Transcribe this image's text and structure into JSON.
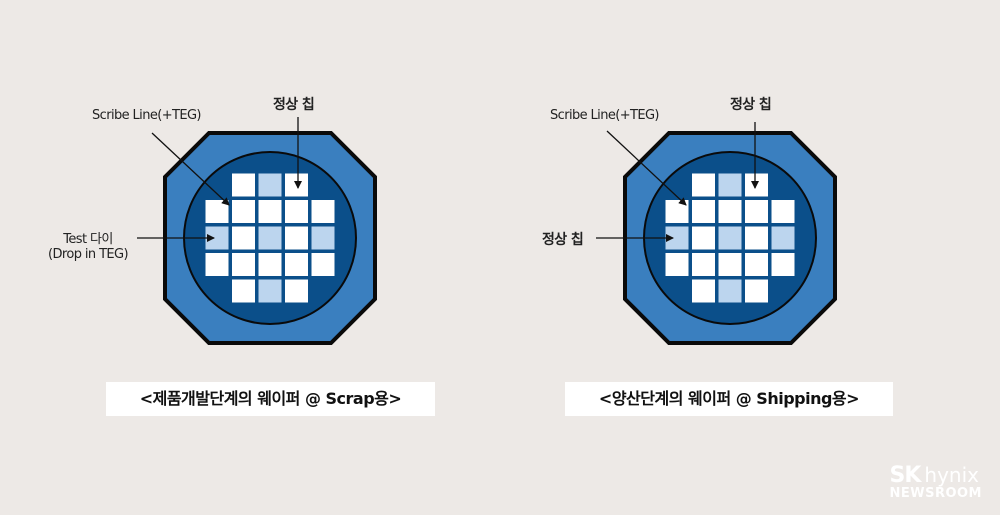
{
  "colors": {
    "background": "#ede9e6",
    "wafer_outer": "#3a7fbf",
    "wafer_inner": "#0b4f8a",
    "chip_normal": "#ffffff",
    "chip_teg": "#bcd5ee",
    "outline": "#0a0a0a"
  },
  "left": {
    "labels": {
      "scribe_line": "Scribe Line(+TEG)",
      "normal_chip": "정상 칩",
      "test_die_line1": "Test 다이",
      "test_die_line2": "(Drop in TEG)"
    },
    "caption": "<제품개발단계의 웨이퍼 @ Scrap용>"
  },
  "right": {
    "labels": {
      "scribe_line": "Scribe Line(+TEG)",
      "normal_chip_top": "정상 칩",
      "normal_chip_left": "정상 칩"
    },
    "caption": "<양산단계의 웨이퍼 @ Shipping용>"
  },
  "chip_grid": {
    "rows": [
      [
        null,
        "normal",
        "teg",
        "normal",
        null
      ],
      [
        "normal",
        "normal",
        "normal",
        "normal",
        "normal"
      ],
      [
        "teg",
        "normal",
        "teg",
        "normal",
        "teg"
      ],
      [
        "normal",
        "normal",
        "normal",
        "normal",
        "normal"
      ],
      [
        null,
        "normal",
        "teg",
        "normal",
        null
      ]
    ]
  },
  "logo": {
    "brand": "SK",
    "name": "hynix",
    "sub": "NEWSROOM"
  }
}
